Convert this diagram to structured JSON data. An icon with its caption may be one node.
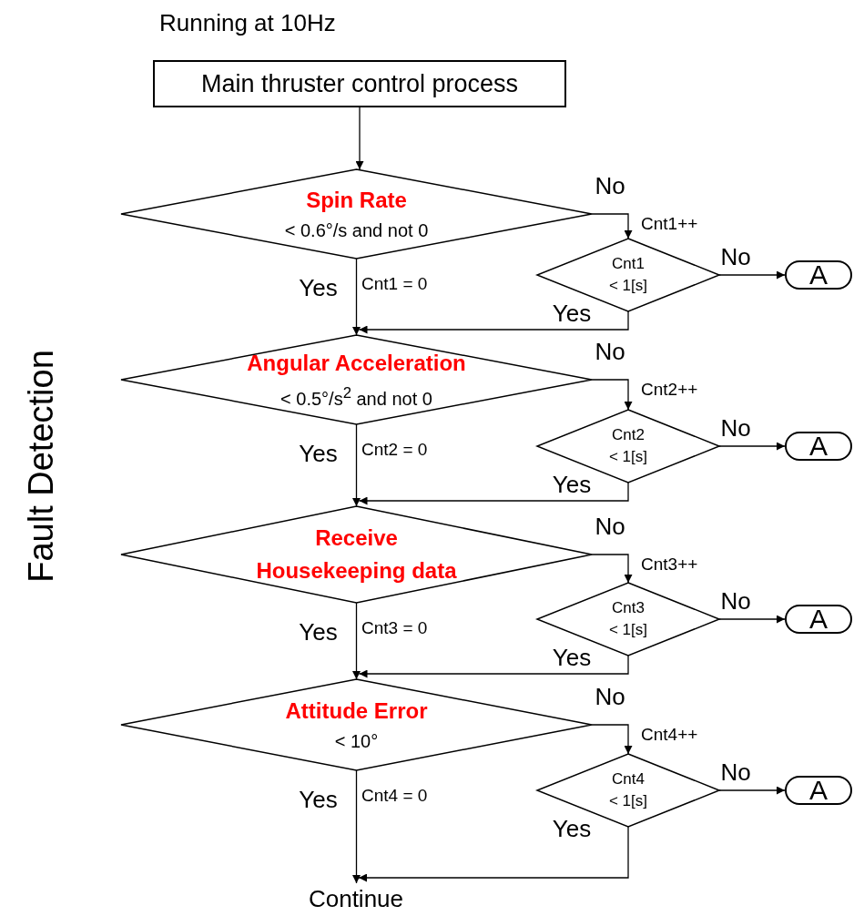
{
  "diagram": {
    "nodes": [
      {
        "text": [
          "Main thruster control process"
        ],
        "beside": [
          "Running at 10Hz"
        ]
      },
      {
        "text": [
          "Spin Rate",
          "< 0.6°/s and not 0"
        ]
      },
      {
        "text": [
          "Cnt1 < 1[s]"
        ]
      },
      {
        "text": [
          "A"
        ]
      },
      {
        "text": [
          "Angular Acceleration",
          "< 0.5°/s$^{2}$ and not 0"
        ]
      },
      {
        "text": [
          "Cnt2 < 1[s]"
        ]
      },
      {
        "text": [
          "A"
        ]
      },
      {
        "text": [
          "Receive Housekeeping data"
        ]
      },
      {
        "text": [
          "Cnt3 < 1[s]"
        ]
      },
      {
        "text": [
          "A"
        ]
      },
      {
        "text": [
          "Attitude Error",
          "< 10°"
        ]
      },
      {
        "text": [
          "Cnt4 < 1[s]"
        ]
      },
      {
        "text": [
          "A"
        ]
      },
      {
        "text": [
          "Continue"
        ]
      }
    ],
    "edges": [
      {
        "from": 0,
        "to": 1,
        "arrow": "to"
      },
      {
        "from": 1,
        "to": 2,
        "arrow": "to",
        "label": "No"
      },
      {
        "from": 1,
        "to": 4,
        "arrow": "to",
        "label": "Yes"
      },
      {
        "from": 2,
        "to": 3,
        "arrow": "to",
        "label": "No"
      },
      {
        "from": 2,
        "to": 4,
        "arrow": "to",
        "label": "Yes"
      },
      {
        "from": 4,
        "to": 5,
        "arrow": "to",
        "label": "No"
      },
      {
        "from": 4,
        "to": 7,
        "arrow": "to",
        "label": "Yes"
      },
      {
        "from": 5,
        "to": 6,
        "arrow": "to",
        "label": "No"
      },
      {
        "from": 5,
        "to": 7,
        "arrow": "to",
        "label": "Yes"
      },
      {
        "from": 7,
        "to": 8,
        "arrow": "to",
        "label": "No"
      },
      {
        "from": 7,
        "to": 10,
        "arrow": "to",
        "label": "Yes"
      },
      {
        "from": 8,
        "to": 9,
        "arrow": "to",
        "label": "No"
      },
      {
        "from": 8,
        "to": 10,
        "arrow": "to",
        "label": "Yes"
      },
      {
        "from": 10,
        "to": 11,
        "arrow": "to",
        "label": "No"
      },
      {
        "from": 10,
        "to": 13,
        "arrow": "to",
        "label": "Yes"
      },
      {
        "from": 11,
        "to": 12,
        "arrow": "to",
        "label": "No"
      },
      {
        "from": 11,
        "to": 13,
        "arrow": "to",
        "label": "Yes"
      }
    ],
    "labels": [
      "Fault Detection",
      "Cnt1++",
      "Cnt1 = 0",
      "Cnt2++",
      "Cnt2 = 0",
      "Cnt3++",
      "Cnt3 = 0",
      "Cnt4++",
      "Cnt4 = 0"
    ]
  }
}
